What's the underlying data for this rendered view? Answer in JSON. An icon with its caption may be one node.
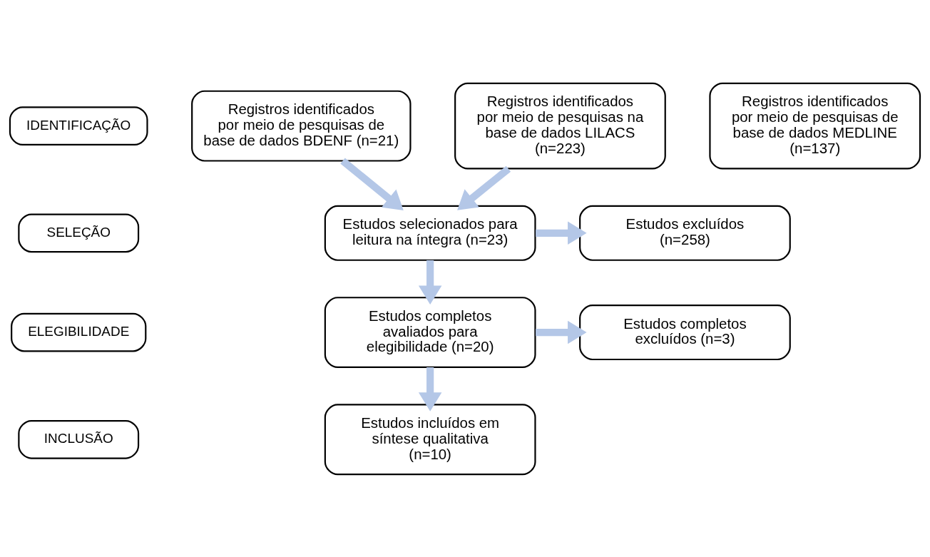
{
  "diagram": {
    "nodes": [
      {
        "text": [
          "IDENTIFICAÇÃO"
        ]
      },
      {
        "text": [
          "SELEÇÃO"
        ]
      },
      {
        "text": [
          "ELEGIBILIDADE"
        ]
      },
      {
        "text": [
          "INCLUSÃO"
        ]
      },
      {
        "text": [
          "Registros identificados por meio de pesquisas de base de dados BDENF (n=21)"
        ]
      },
      {
        "text": [
          "Registros identificados por meio de pesquisas na base de dados LILACS (n=223)"
        ]
      },
      {
        "text": [
          "Registros identificados por meio de pesquisas de base de dados MEDLINE (n=137)"
        ]
      },
      {
        "text": [
          "Estudos selecionados para leitura na íntegra (n=23)"
        ]
      },
      {
        "text": [
          "Estudos excluídos (n=258)"
        ]
      },
      {
        "text": [
          "Estudos completos avaliados para elegibilidade (n=20)"
        ]
      },
      {
        "text": [
          "Estudos completos excluídos (n=3)"
        ]
      },
      {
        "text": [
          "Estudos incluídos em síntese qualitativa (n=10)"
        ]
      }
    ],
    "edges": [
      {
        "from": 4,
        "to": 7,
        "arrow": "to"
      },
      {
        "from": 5,
        "to": 7,
        "arrow": "to"
      },
      {
        "from": 7,
        "to": 8,
        "arrow": "to"
      },
      {
        "from": 7,
        "to": 9,
        "arrow": "to"
      },
      {
        "from": 9,
        "to": 10,
        "arrow": "to"
      },
      {
        "from": 9,
        "to": 11,
        "arrow": "to"
      }
    ]
  }
}
